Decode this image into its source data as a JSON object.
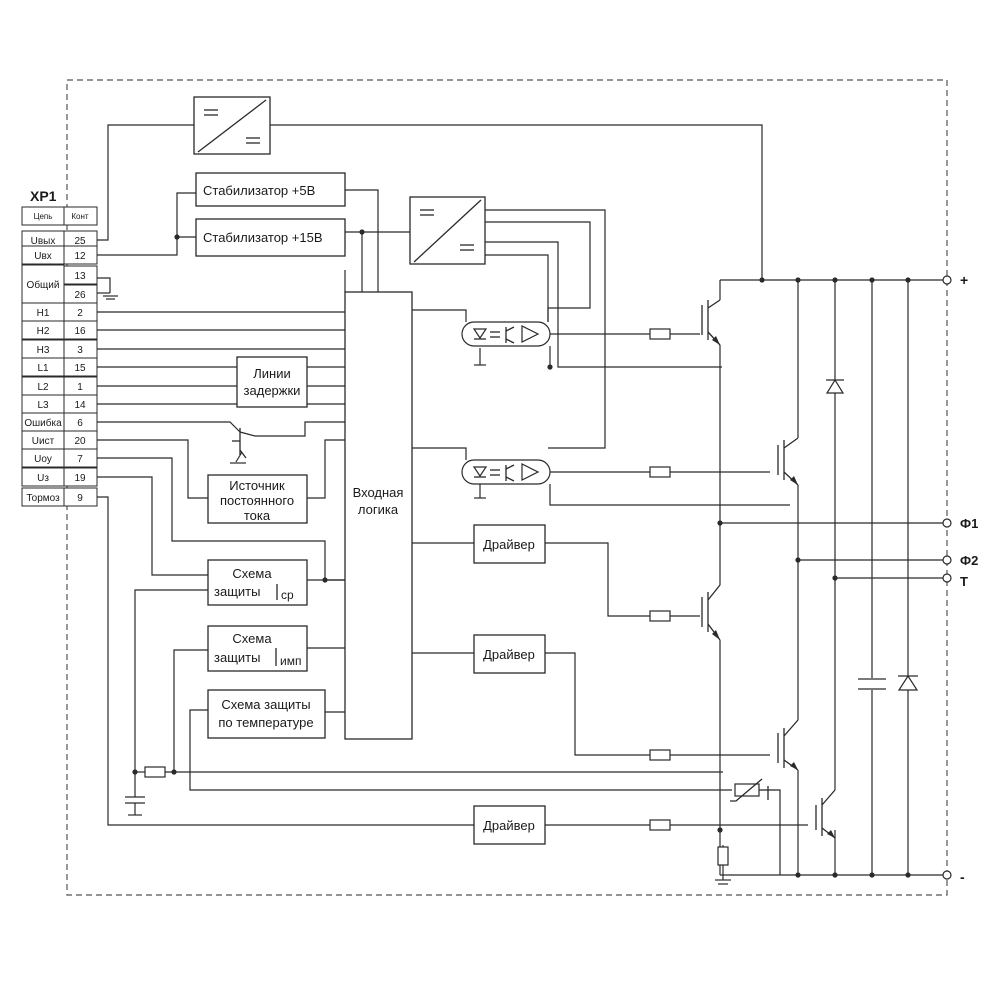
{
  "connector": {
    "title": "XP1",
    "header": [
      "Цепь",
      "Конт"
    ],
    "rows": [
      {
        "signal": "Uвых",
        "pin": "25"
      },
      {
        "signal": "Uвх",
        "pin": "12"
      },
      {
        "signal": "Общий",
        "pin": "13"
      },
      {
        "signal": "",
        "pin": "26"
      },
      {
        "signal": "H1",
        "pin": "2"
      },
      {
        "signal": "H2",
        "pin": "16"
      },
      {
        "signal": "H3",
        "pin": "3"
      },
      {
        "signal": "L1",
        "pin": "15"
      },
      {
        "signal": "L2",
        "pin": "1"
      },
      {
        "signal": "L3",
        "pin": "14"
      },
      {
        "signal": "Ошибка",
        "pin": "6"
      },
      {
        "signal": "Uист",
        "pin": "20"
      },
      {
        "signal": "Uоу",
        "pin": "7"
      },
      {
        "signal": "Uз",
        "pin": "19"
      },
      {
        "signal": "Тормоз",
        "pin": "9"
      }
    ]
  },
  "blocks": {
    "stab5": "Стабилизатор +5В",
    "stab15": "Стабилизатор +15В",
    "delay1": "Линии",
    "delay2": "задержки",
    "source1": "Источник",
    "source2": "постоянного",
    "source3": "тока",
    "logic1": "Входная",
    "logic2": "логика",
    "driver1": "Драйвер",
    "driver2": "Драйвер",
    "driver3": "Драйвер",
    "prot_avg1": "Схема",
    "prot_avg2": "защиты",
    "prot_avg_sub": "ср",
    "prot_pulse1": "Схема",
    "prot_pulse2": "защиты",
    "prot_pulse_sub": "имп",
    "prot_temp1": "Схема защиты",
    "prot_temp2": "по температуре"
  },
  "terminals": {
    "plus": "+",
    "phase1": "Ф1",
    "phase2": "Ф2",
    "temp": "T",
    "minus": "-"
  }
}
